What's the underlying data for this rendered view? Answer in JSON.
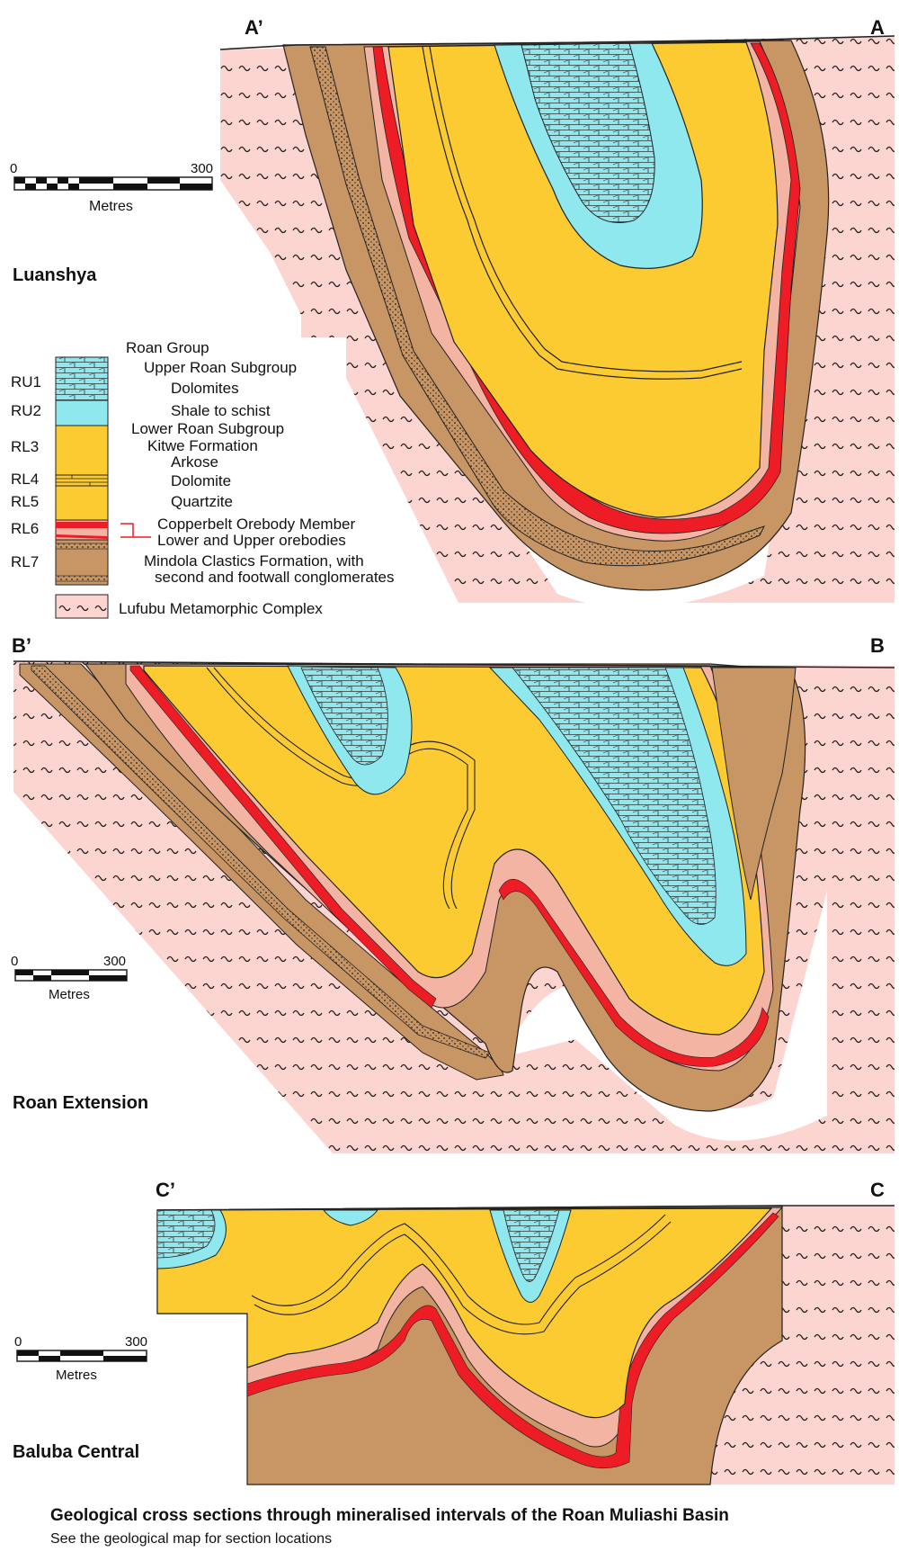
{
  "sections": {
    "a": {
      "left_label": "A’",
      "right_label": "A",
      "name": "Luanshya",
      "scale": {
        "min": "0",
        "max": "300",
        "unit": "Metres"
      }
    },
    "b": {
      "left_label": "B’",
      "right_label": "B",
      "name": "Roan Extension",
      "scale": {
        "min": "0",
        "max": "300",
        "unit": "Metres"
      }
    },
    "c": {
      "left_label": "C’",
      "right_label": "C",
      "name": "Baluba Central",
      "scale": {
        "min": "0",
        "max": "300",
        "unit": "Metres"
      }
    }
  },
  "legend": {
    "codes": [
      "RU1",
      "RU2",
      "RL3",
      "RL4",
      "RL5",
      "RL6",
      "RL7"
    ],
    "descriptions": [
      "Roan Group",
      "Upper Roan Subgroup",
      "Dolomites",
      "Shale to schist",
      "Lower Roan Subgroup",
      "Kitwe Formation",
      "Arkose",
      "Dolomite",
      "Quartzite",
      "Copperbelt Orebody Member",
      "Lower and Upper orebodies",
      "Mindola Clastics Formation, with",
      "second and footwall conglomerates",
      "Lufubu Metamorphic Complex"
    ]
  },
  "colors": {
    "dolomite_cyan": "#8ee8ee",
    "arkose_yellow": "#fccb32",
    "orebody_red": "#ee1c24",
    "orebody_pink": "#f4b4a4",
    "clastics_brown": "#c89664",
    "basement_pink": "#fcd4d0"
  },
  "caption": {
    "title": "Geological cross sections through mineralised intervals of the Roan Muliashi Basin",
    "subtitle": "See the geological map for section locations"
  }
}
